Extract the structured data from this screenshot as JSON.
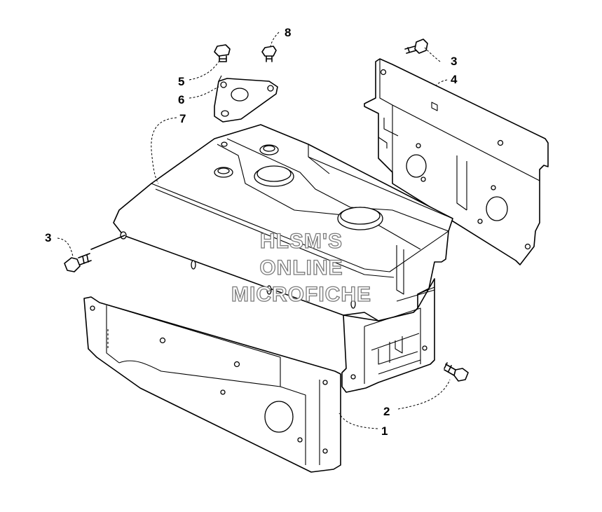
{
  "diagram": {
    "callouts": [
      {
        "id": "c1",
        "label": "1"
      },
      {
        "id": "c2",
        "label": "2"
      },
      {
        "id": "c3a",
        "label": "3"
      },
      {
        "id": "c3b",
        "label": "3"
      },
      {
        "id": "c4",
        "label": "4"
      },
      {
        "id": "c5",
        "label": "5"
      },
      {
        "id": "c6",
        "label": "6"
      },
      {
        "id": "c7",
        "label": "7"
      },
      {
        "id": "c8",
        "label": "8"
      }
    ],
    "watermark": {
      "line1": "HLSM'S",
      "line2": "ONLINE",
      "line3": "MICROFICHE"
    }
  }
}
